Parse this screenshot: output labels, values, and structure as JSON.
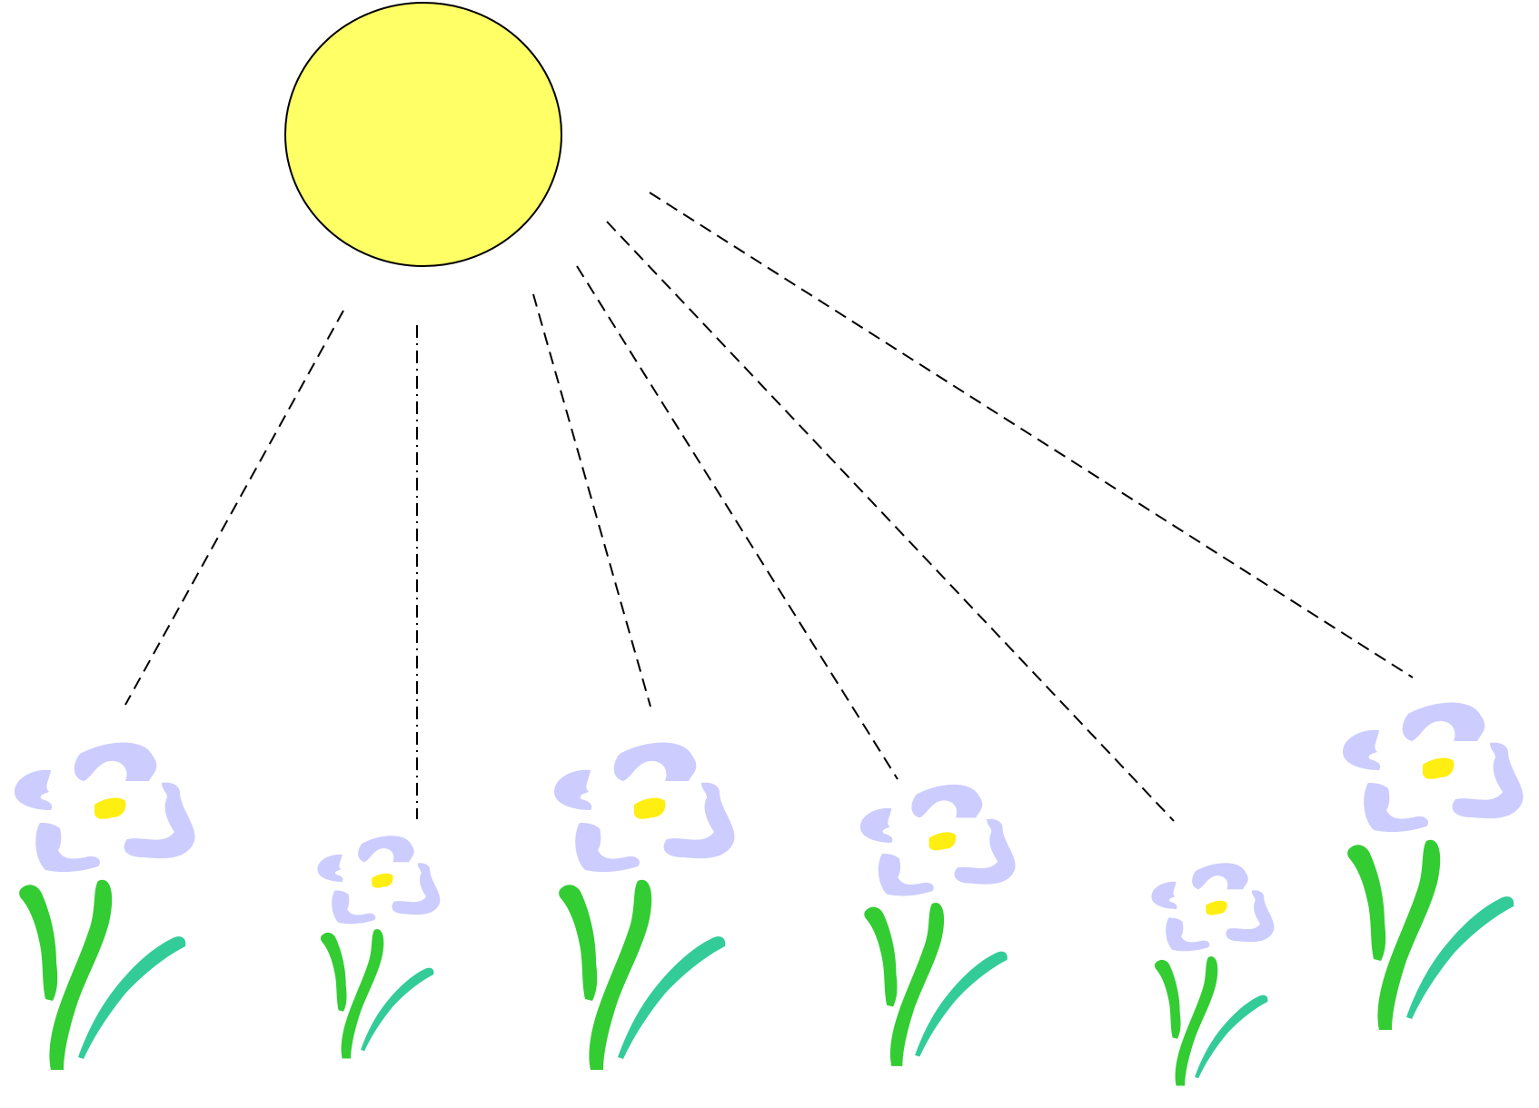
{
  "scene": {
    "background_color": "#ffffff",
    "sun": {
      "icon": "sun-icon",
      "fill_color": "#ffff66",
      "outline_color": "#000000"
    },
    "rays": {
      "count": 6,
      "color": "#000000",
      "styles": [
        "dashed",
        "dash-dot",
        "dashed",
        "dashed",
        "dashed",
        "dashed"
      ]
    },
    "flowers": {
      "count": 6,
      "icon": "flower-icon",
      "petal_color": "#ccccff",
      "center_color": "#ffee11",
      "stem_color": "#33cc33",
      "leaf_color": "#33cc99"
    }
  }
}
